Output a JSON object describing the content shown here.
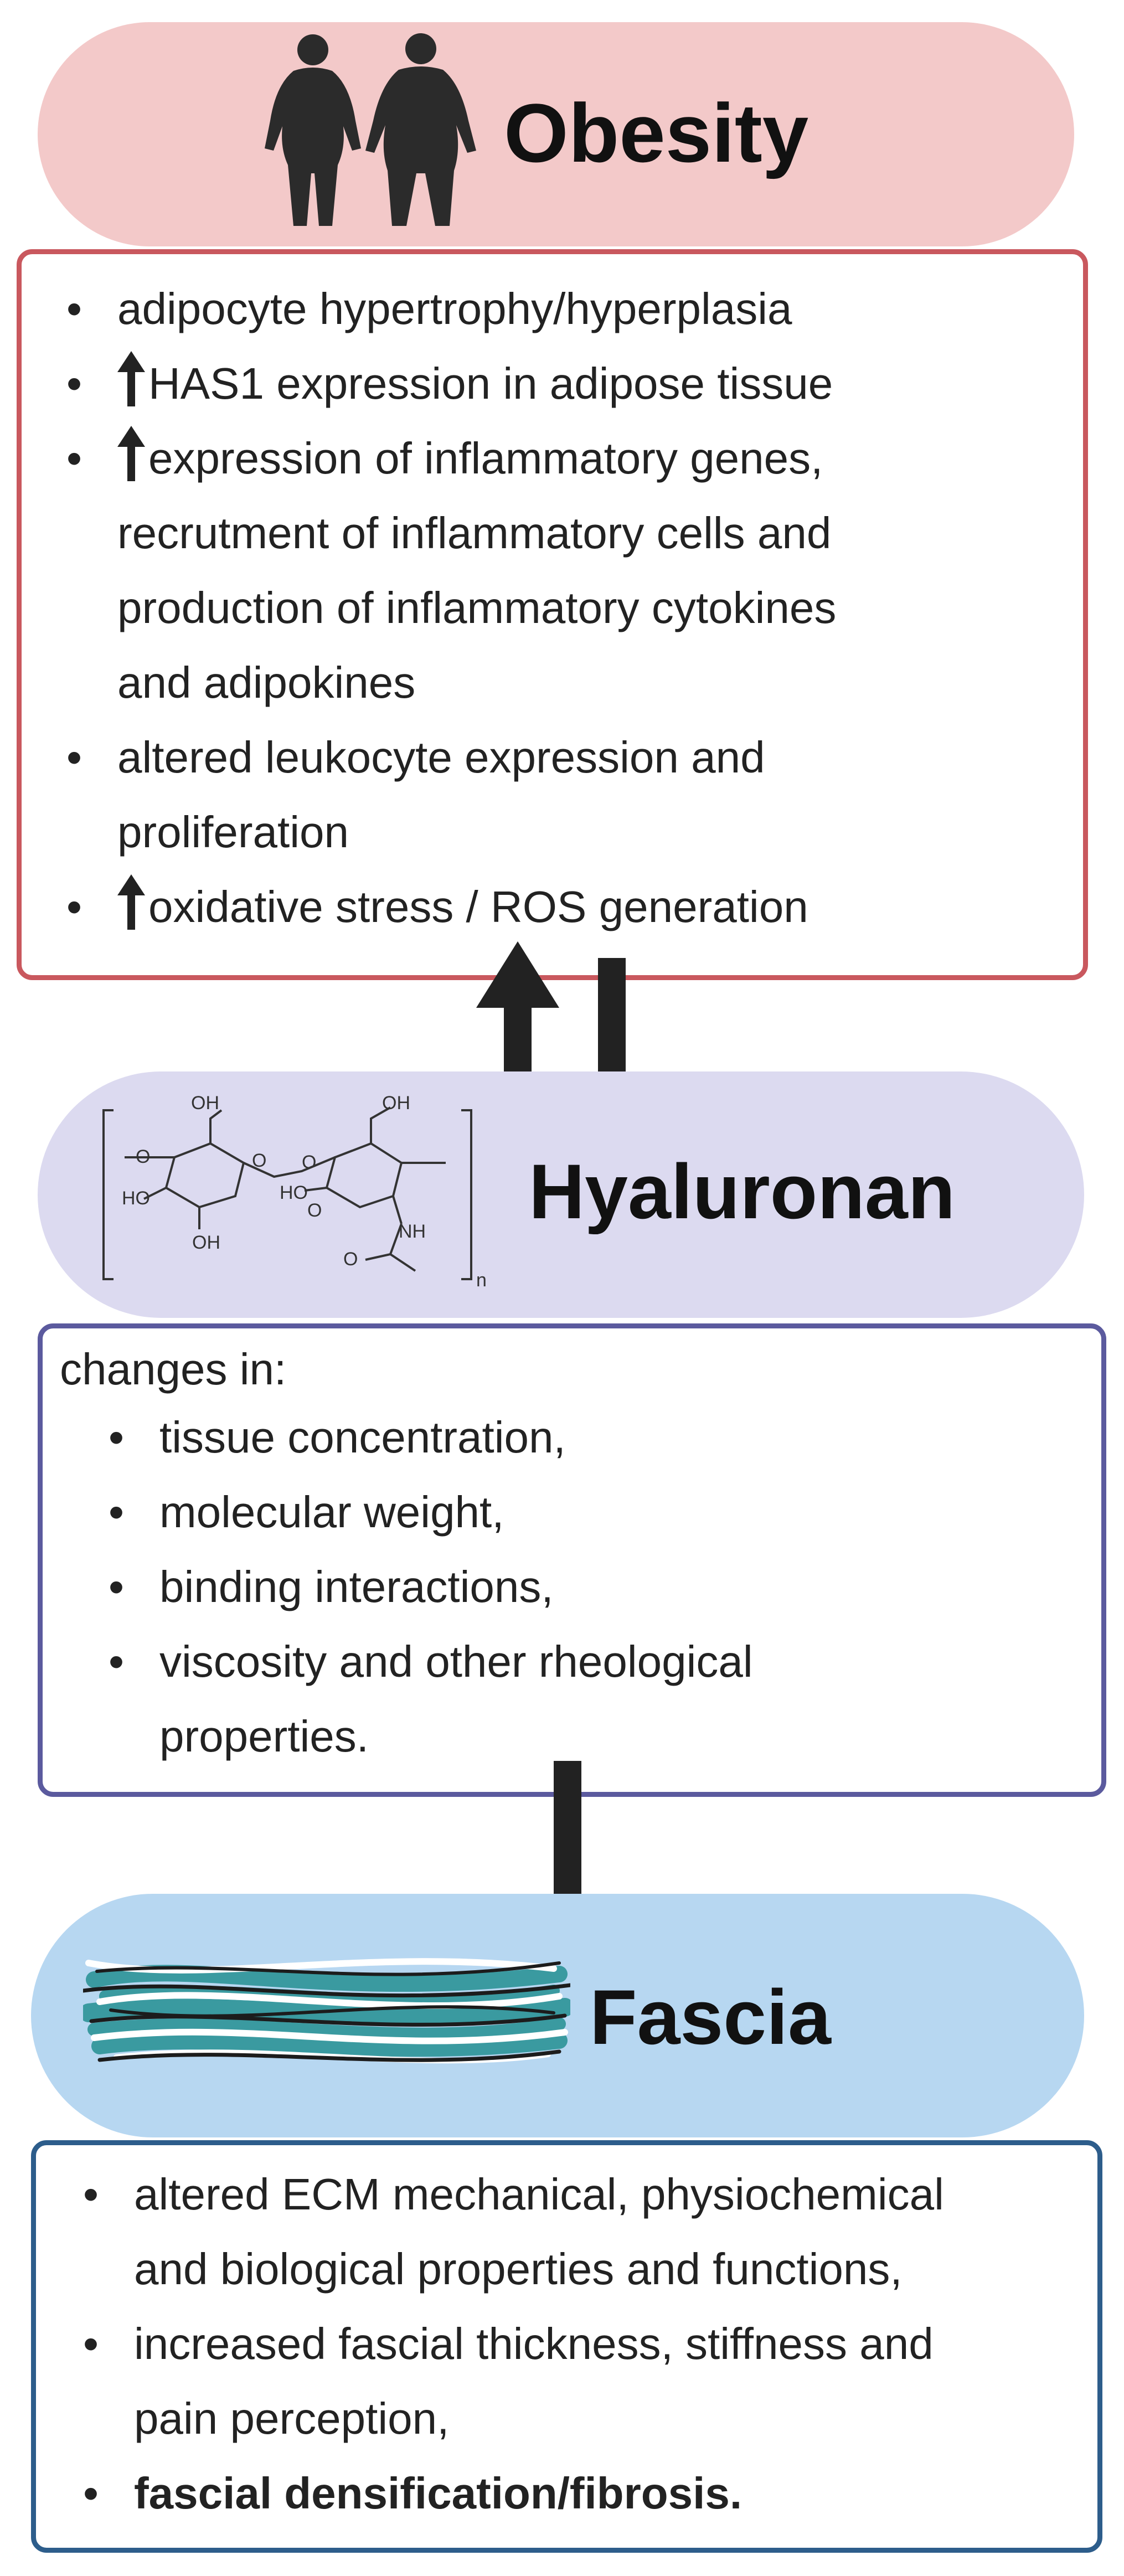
{
  "obesity": {
    "title": "Obesity",
    "icon": "human-silhouettes-icon",
    "items": [
      {
        "lines": [
          "adipocyte hypertrophy/hyperplasia"
        ],
        "up_arrow": false
      },
      {
        "lines": [
          "HAS1 expression in adipose tissue"
        ],
        "up_arrow": true
      },
      {
        "lines": [
          "expression of inflammatory genes,",
          "recrutment of inflammatory cells and",
          "production of inflammatory cytokines",
          "and adipokines"
        ],
        "up_arrow": true
      },
      {
        "lines": [
          "altered leukocyte expression and",
          "proliferation"
        ],
        "up_arrow": false
      },
      {
        "lines": [
          "oxidative stress / ROS generation"
        ],
        "up_arrow": true
      }
    ]
  },
  "hyaluronan": {
    "title": "Hyaluronan",
    "molecule": {
      "labels": [
        "OH",
        "O",
        "HO",
        "OH",
        "O",
        "O",
        "HO",
        "OH",
        "O",
        "NH",
        "O",
        "n"
      ]
    },
    "intro": "changes in:",
    "items": [
      {
        "lines": [
          "tissue concentration,"
        ]
      },
      {
        "lines": [
          "molecular weight,"
        ]
      },
      {
        "lines": [
          "binding interactions,"
        ]
      },
      {
        "lines": [
          "viscosity and other rheological",
          "properties."
        ]
      }
    ]
  },
  "fascia": {
    "title": "Fascia",
    "icon": "fiber-bundle-icon",
    "items": [
      {
        "lines": [
          "altered ECM mechanical, physiochemical",
          "and biological properties and functions,"
        ],
        "bold": false
      },
      {
        "lines": [
          "increased fascial thickness, stiffness and",
          "pain perception,"
        ],
        "bold": false
      },
      {
        "lines": [
          "fascial densification/fibrosis."
        ],
        "bold": true
      }
    ]
  },
  "colors": {
    "obesity_fill": "#f3c9c9",
    "obesity_border": "#c9585e",
    "hyaluronan_fill": "#dcdaf0",
    "hyaluronan_border": "#5b5a9e",
    "fascia_fill": "#b7d7f1",
    "fascia_border": "#2d5d8b",
    "arrow": "#222222",
    "fiber_teal": "#3a9aa0"
  }
}
